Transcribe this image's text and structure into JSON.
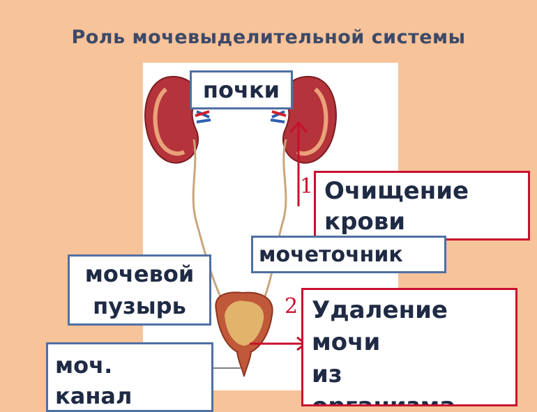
{
  "title": "Роль мочевыделительной системы",
  "labels": {
    "kidneys": "почки",
    "blood_cleaning": [
      "Очищение",
      "крови"
    ],
    "ureter": "мочеточник",
    "bladder": [
      "мочевой",
      "пузырь"
    ],
    "urine_removal": [
      "Удаление",
      "мочи",
      "из",
      "организма"
    ],
    "urethra": [
      "моч.",
      "канал"
    ]
  },
  "step_numbers": {
    "one": "1",
    "two": "2"
  },
  "colors": {
    "background": "#f7c39a",
    "title": "#3d4a68",
    "blue_border": "#4f6fa3",
    "red_border": "#c8102e"
  }
}
